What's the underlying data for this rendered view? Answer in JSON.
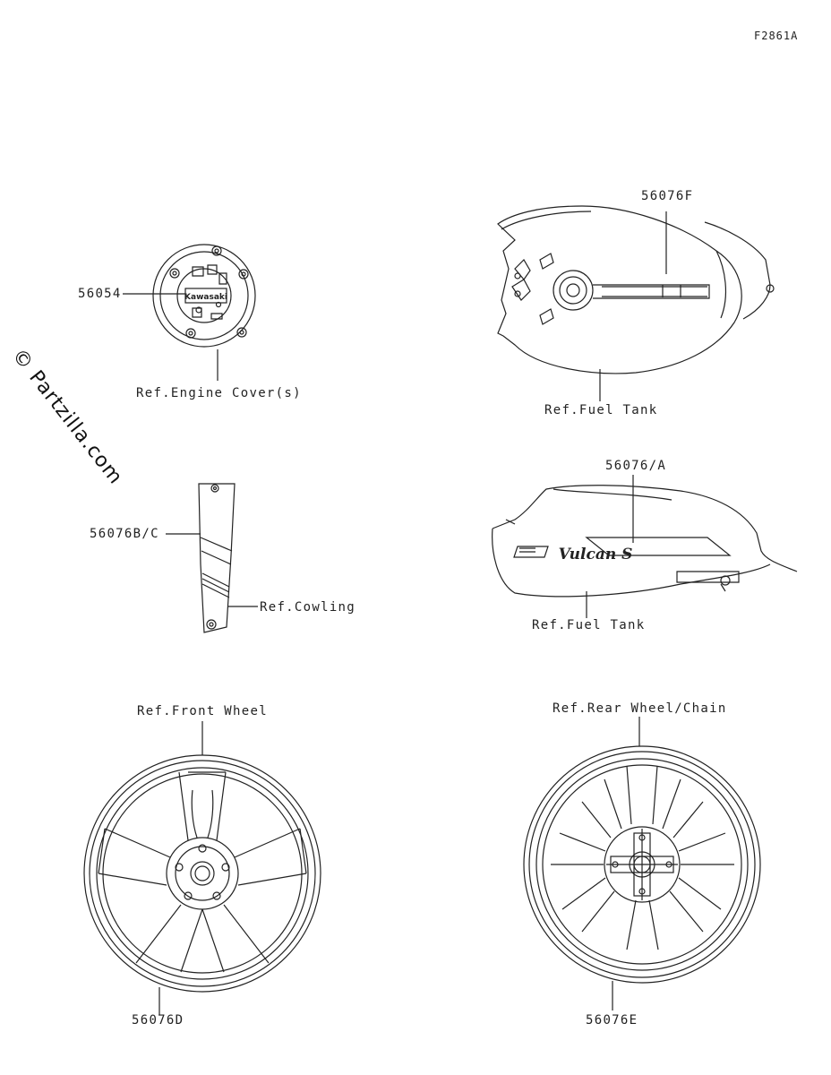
{
  "figure_id": "F2861A",
  "watermark": "© Partzilla.com",
  "callouts": {
    "engine_cover_part": "56054",
    "engine_cover_ref": "Ref.Engine Cover(s)",
    "tank_top_part": "56076F",
    "tank_top_ref": "Ref.Fuel Tank",
    "cowling_part": "56076B/C",
    "cowling_ref": "Ref.Cowling",
    "tank_side_part": "56076/A",
    "tank_side_ref": "Ref.Fuel Tank",
    "front_wheel_ref": "Ref.Front Wheel",
    "front_wheel_part": "56076D",
    "rear_wheel_ref": "Ref.Rear Wheel/Chain",
    "rear_wheel_part": "56076E"
  },
  "decal_text": {
    "engine_cover_logo": "Kawasaki",
    "tank_logo": "Vulcan S"
  }
}
